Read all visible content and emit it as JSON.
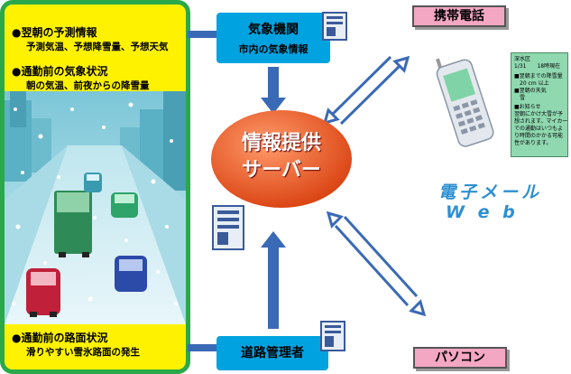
{
  "left_panel": {
    "section1_heading": "●翌朝の予測情報",
    "section1_detail": "予測気温、予想降雪量、予想天気",
    "section2_heading": "●通勤前の気象状況",
    "section2_detail": "朝の気温、前夜からの降雪量",
    "section3_heading": "●通勤前の路面状況",
    "section3_detail": "滑りやすい雪氷路面の発生"
  },
  "weather_agency": {
    "title": "気象機関",
    "subtitle": "市内の気象情報"
  },
  "server": {
    "line1": "情報提供",
    "line2": "サーバー"
  },
  "road_admin": {
    "title": "道路管理者"
  },
  "mobile_phone": {
    "label": "携帯電話"
  },
  "pc": {
    "label": "パソコン"
  },
  "channels": {
    "email": "電子メール",
    "web": "W e b"
  },
  "phone_screen": {
    "lines": [
      "深水区",
      "1/31　　18時現在",
      "■翌朝までの降雪量",
      "　20 cm 以上",
      "■翌朝の天気",
      "　雪",
      "■お知らせ",
      "翌朝にかけ大雪が予",
      "想されます。マイカー",
      "での通勤はいつもよ",
      "り時間のかかる可能",
      "性があります。"
    ]
  },
  "colors": {
    "panel_border": "#2aa84a",
    "panel_fill": "#fff200",
    "info_box": "#00a3e0",
    "arrow_blue": "#3a6ab5",
    "server_fill": "#e8501e",
    "pink_box": "#f4a7c2",
    "channel_text": "#2d8fd2"
  }
}
